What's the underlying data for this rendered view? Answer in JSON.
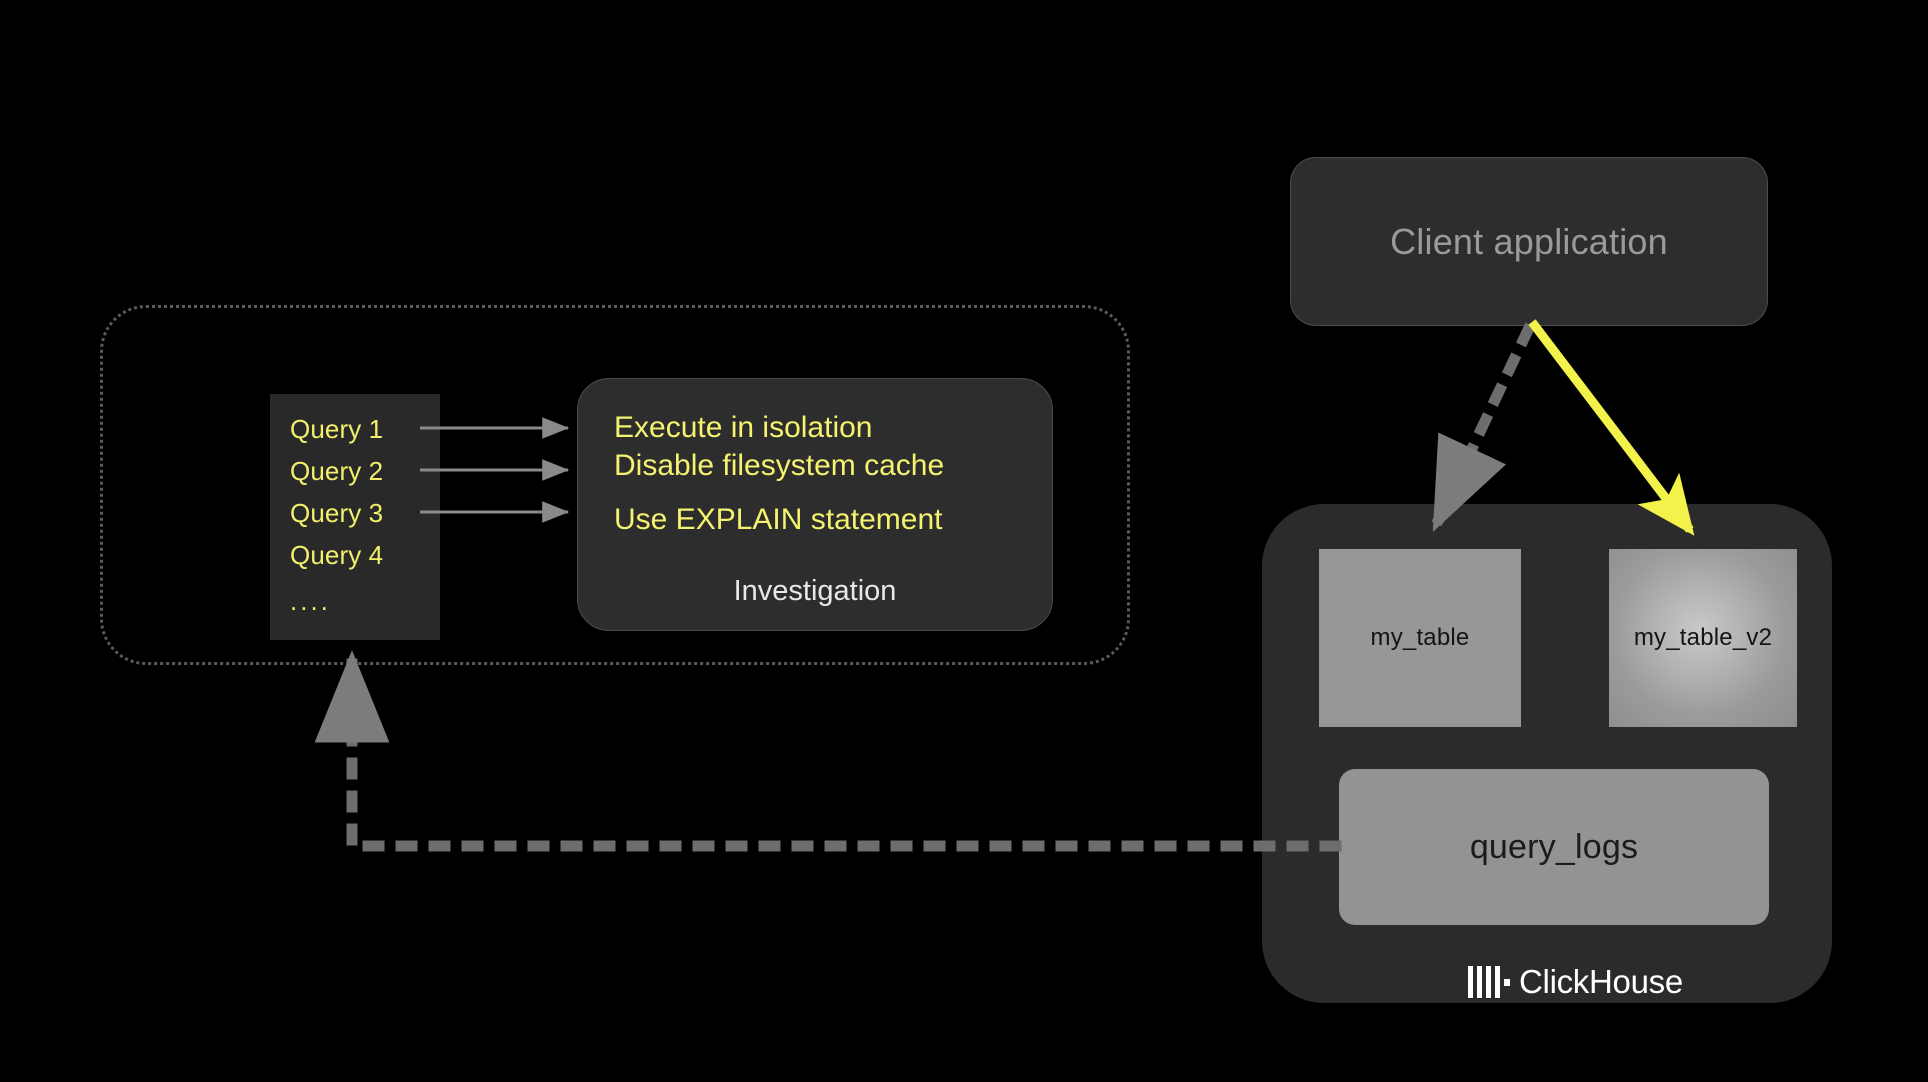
{
  "diagram": {
    "title": "ClickHouse query investigation workflow",
    "background_color": "#000000",
    "accent_yellow": "#f4f26e",
    "gray_box": "#979797",
    "panel_gray": "#2d2d2d"
  },
  "investigation_group": {
    "name": "investigation-group"
  },
  "query_card": {
    "queries": [
      {
        "label": "Query 1"
      },
      {
        "label": "Query 2"
      },
      {
        "label": "Query 3"
      },
      {
        "label": "Query 4"
      }
    ],
    "ellipsis": "...."
  },
  "investigation_card": {
    "lines": [
      "Execute in isolation",
      "Disable filesystem cache",
      "Use EXPLAIN statement"
    ],
    "title": "Investigation"
  },
  "client": {
    "label": "Client application"
  },
  "clickhouse": {
    "tables": [
      {
        "label": "my_table",
        "style": "flat"
      },
      {
        "label": "my_table_v2",
        "style": "glow"
      }
    ],
    "logs": {
      "label": "query_logs"
    },
    "logo": {
      "wordmark": "ClickHouse",
      "mark": "clickhouse-bars-icon"
    }
  },
  "connectors": {
    "query_arrows": [
      {
        "name": "query-1-arrow"
      },
      {
        "name": "query-2-arrow"
      },
      {
        "name": "query-3-arrow"
      }
    ],
    "client_to_my_table": {
      "name": "client-to-my-table-arrow",
      "style": "dotted",
      "color": "#6d6d6d"
    },
    "client_to_my_table_v2": {
      "name": "client-to-my-table-v2-arrow",
      "style": "solid",
      "color": "#f2f24a"
    },
    "logs_to_queries": {
      "name": "query-logs-to-queries-arrow",
      "style": "dotted",
      "color": "#6d6d6d"
    }
  }
}
